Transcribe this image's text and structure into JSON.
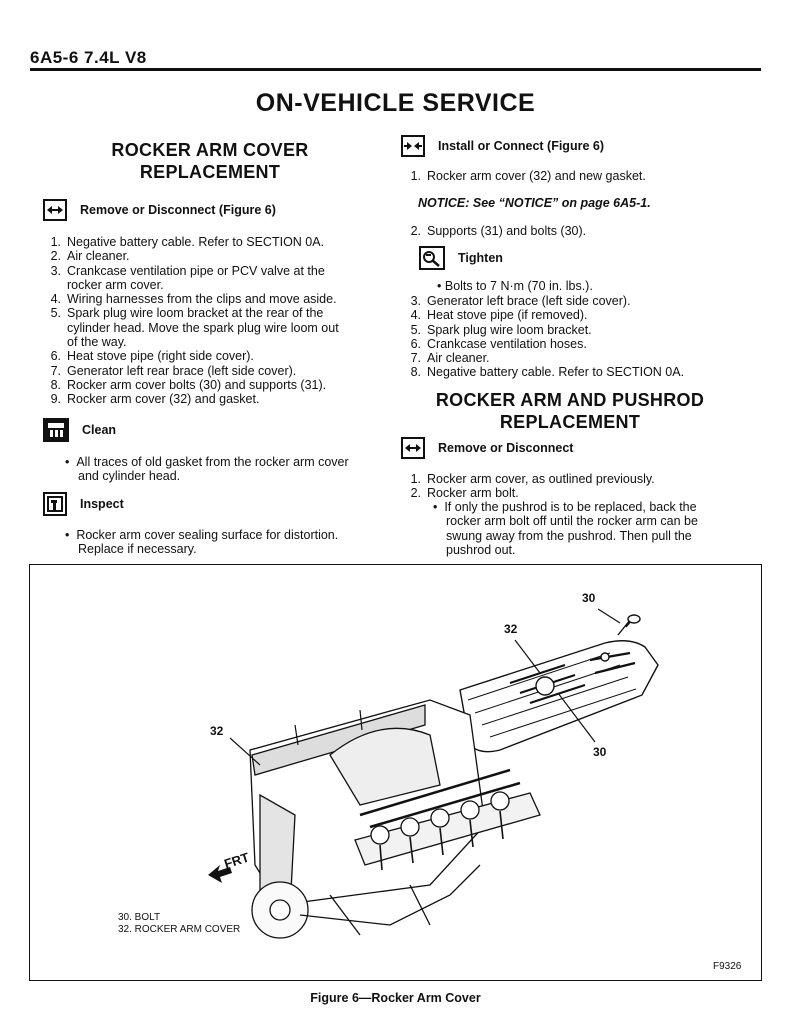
{
  "header": {
    "page_ref": "6A5-6  7.4L V8"
  },
  "main_title": "ON-VEHICLE SERVICE",
  "left": {
    "section_title_1": "ROCKER ARM COVER",
    "section_title_2": "REPLACEMENT",
    "remove_label": "Remove or Disconnect (Figure 6)",
    "remove_steps": [
      {
        "n": "1.",
        "t": "Negative battery cable. Refer to SECTION 0A."
      },
      {
        "n": "2.",
        "t": "Air cleaner."
      },
      {
        "n": "3.",
        "t": "Crankcase ventilation pipe or PCV valve at the"
      },
      {
        "n": "",
        "t": "rocker arm cover."
      },
      {
        "n": "4.",
        "t": "Wiring harnesses from the clips and move aside."
      },
      {
        "n": "5.",
        "t": "Spark plug wire loom bracket at the rear of the"
      },
      {
        "n": "",
        "t": "cylinder head. Move the spark plug wire loom out"
      },
      {
        "n": "",
        "t": "of the way."
      },
      {
        "n": "6.",
        "t": "Heat stove pipe (right side cover)."
      },
      {
        "n": "7.",
        "t": "Generator left rear brace (left side cover)."
      },
      {
        "n": "8.",
        "t": "Rocker arm cover bolts (30) and supports (31)."
      },
      {
        "n": "9.",
        "t": "Rocker arm cover (32) and gasket."
      }
    ],
    "clean_label": "Clean",
    "clean_bullet_1": "All traces of old gasket from the rocker arm cover",
    "clean_bullet_2": "and cylinder head.",
    "inspect_label": "Inspect",
    "inspect_bullet_1": "Rocker arm cover sealing surface for distortion.",
    "inspect_bullet_2": "Replace if necessary."
  },
  "right": {
    "install_label": "Install or Connect (Figure 6)",
    "install_step_1": "Rocker arm cover (32) and new gasket.",
    "notice": "NOTICE: See “NOTICE” on page 6A5-1.",
    "install_step_2": "Supports (31) and bolts (30).",
    "tighten_label": "Tighten",
    "tighten_bullet": "Bolts to 7 N·m (70 in. lbs.).",
    "install_steps_rest": [
      {
        "n": "3.",
        "t": "Generator left brace (left side cover)."
      },
      {
        "n": "4.",
        "t": "Heat stove pipe (if removed)."
      },
      {
        "n": "5.",
        "t": "Spark plug wire loom bracket."
      },
      {
        "n": "6.",
        "t": "Crankcase ventilation hoses."
      },
      {
        "n": "7.",
        "t": "Air cleaner."
      },
      {
        "n": "8.",
        "t": "Negative battery cable. Refer to SECTION 0A."
      }
    ],
    "section2_title_1": "ROCKER ARM AND PUSHROD",
    "section2_title_2": "REPLACEMENT",
    "remove2_label": "Remove or Disconnect",
    "remove2_step_1": "Rocker arm cover, as outlined previously.",
    "remove2_step_2": "Rocker arm bolt.",
    "remove2_bullet_lines": [
      "If only the pushrod is to be replaced, back the",
      "rocker arm bolt off until the rocker arm can be",
      "swung away from the pushrod. Then pull the",
      "pushrod out."
    ]
  },
  "figure": {
    "callout_30_top": "30",
    "callout_32_top": "32",
    "callout_32_left": "32",
    "callout_30_right": "30",
    "frt_label": "FRT",
    "legend_1": "30.  BOLT",
    "legend_2": "32.  ROCKER ARM COVER",
    "figure_id": "F9326",
    "caption": "Figure 6—Rocker Arm Cover"
  },
  "icons": {
    "remove": "remove-disconnect-icon",
    "install": "install-connect-icon",
    "clean": "clean-icon",
    "inspect": "inspect-icon",
    "tighten": "tighten-icon"
  }
}
